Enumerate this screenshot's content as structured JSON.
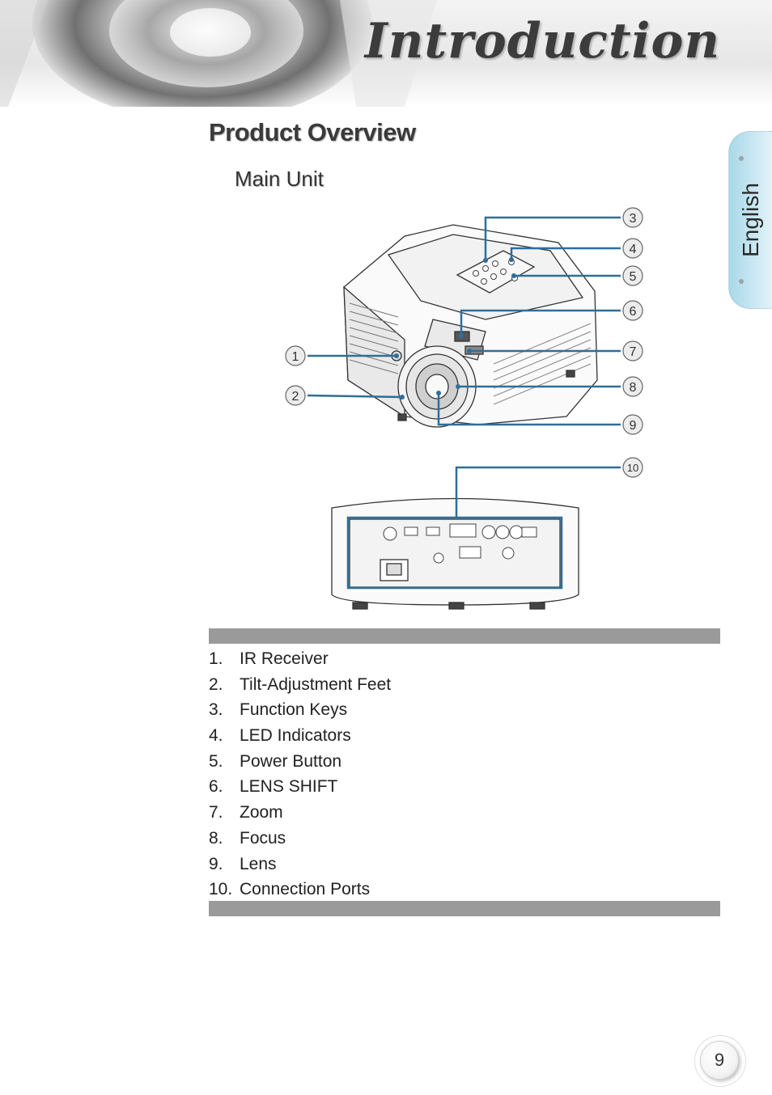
{
  "header": {
    "title": "Introduction"
  },
  "section": {
    "title": "Product Overview",
    "subtitle": "Main Unit"
  },
  "language_tab": {
    "label": "English"
  },
  "callouts": [
    "1",
    "2",
    "3",
    "4",
    "5",
    "6",
    "7",
    "8",
    "9",
    "10"
  ],
  "parts": [
    {
      "num": "1.",
      "label": "IR Receiver"
    },
    {
      "num": "2.",
      "label": "Tilt-Adjustment Feet"
    },
    {
      "num": "3.",
      "label": "Function Keys"
    },
    {
      "num": "4.",
      "label": "LED Indicators"
    },
    {
      "num": "5.",
      "label": "Power Button"
    },
    {
      "num": "6.",
      "label": "LENS SHIFT"
    },
    {
      "num": "7.",
      "label": "Zoom"
    },
    {
      "num": "8.",
      "label": "Focus"
    },
    {
      "num": "9.",
      "label": "Lens"
    },
    {
      "num": "10.",
      "label": "Connection Ports"
    }
  ],
  "footer": {
    "page_number": "9"
  },
  "colors": {
    "bar": "#9a9a9a",
    "tab": "#a9d8e8",
    "callout_line": "#2f6e9a",
    "title": "#3c3c3c"
  }
}
